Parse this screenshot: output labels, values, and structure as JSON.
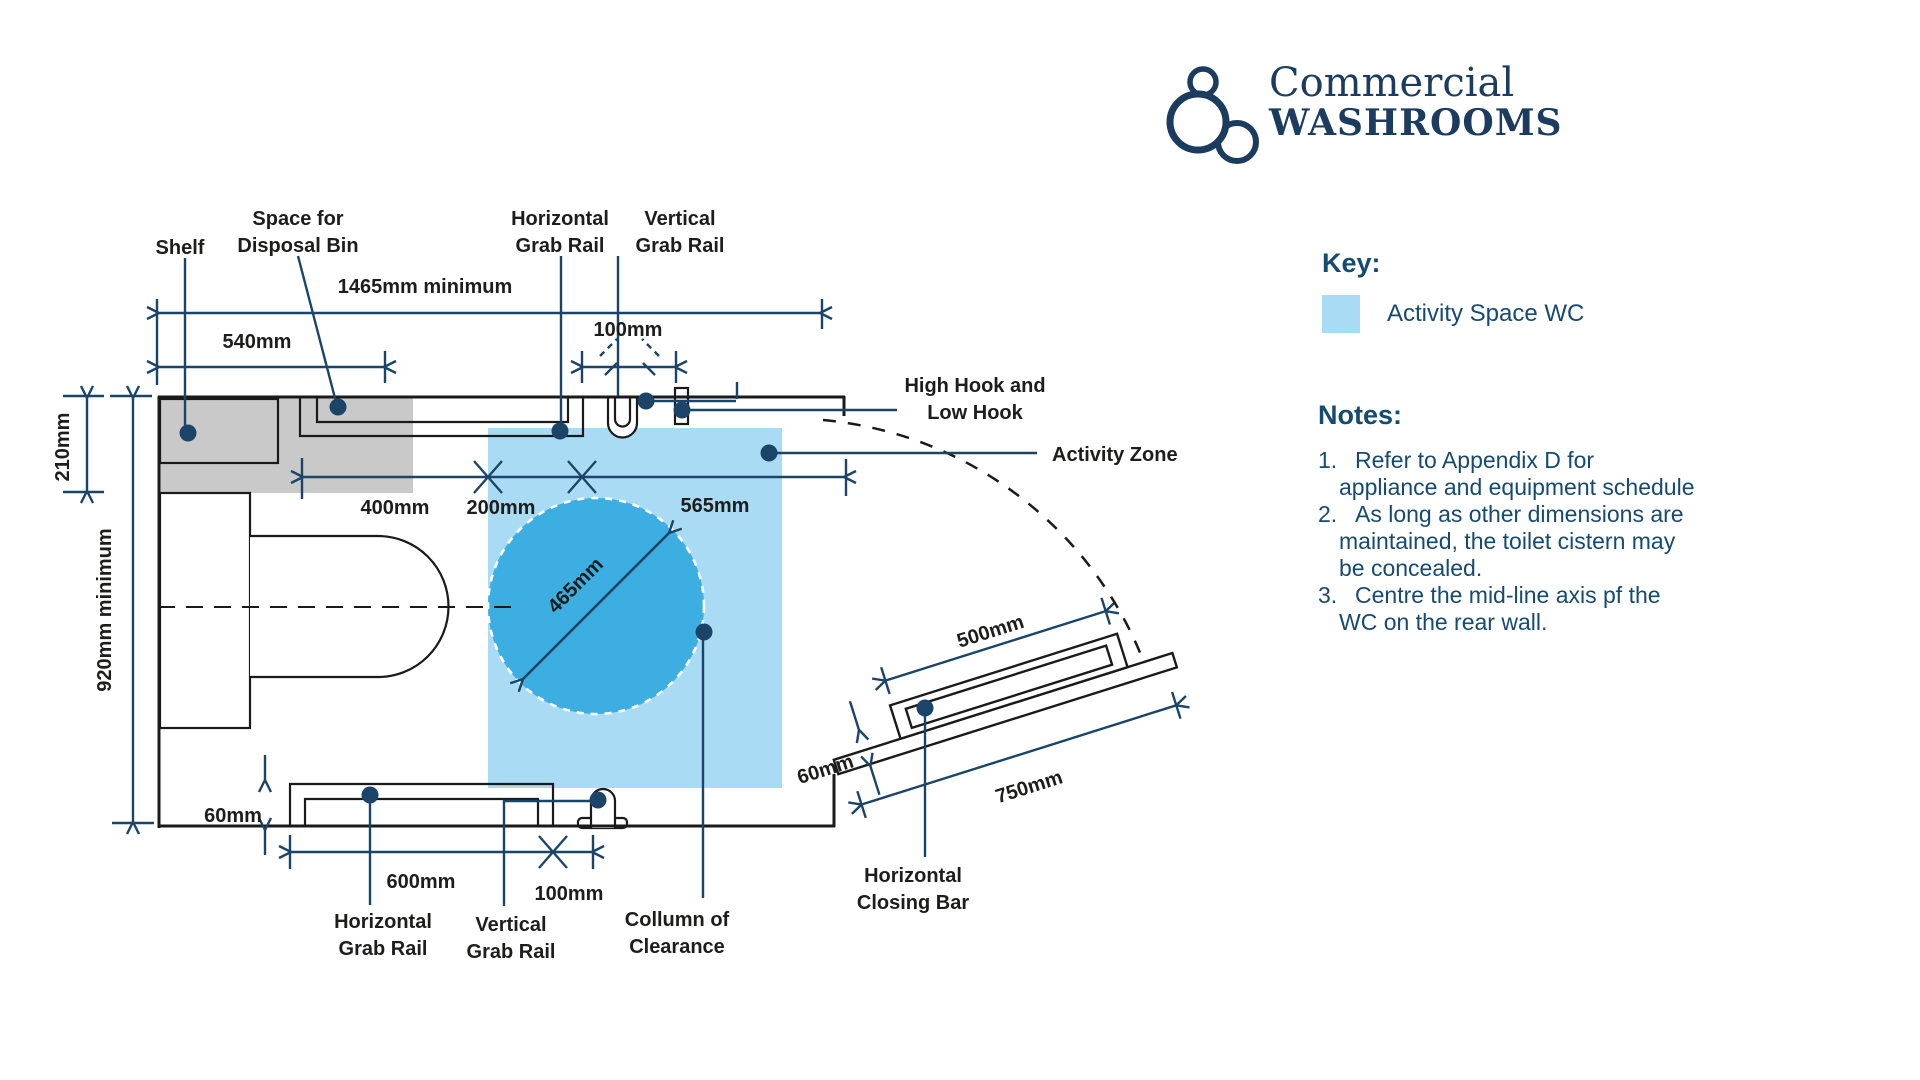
{
  "logo": {
    "line1": "Commercial",
    "line2": "WASHROOMS"
  },
  "key": {
    "title": "Key:",
    "swatch_label": "Activity Space WC"
  },
  "notes": {
    "title": "Notes:",
    "items": [
      {
        "num": "1.",
        "text": "Refer to Appendix D for appliance and equipment schedule"
      },
      {
        "num": "2.",
        "text": "As long as other dimensions are maintained, the toilet cistern may be concealed."
      },
      {
        "num": "3.",
        "text": "Centre the mid-line axis pf the WC on the rear wall."
      }
    ]
  },
  "diagram": {
    "labels": {
      "shelf": "Shelf",
      "disposal_1": "Space for",
      "disposal_2": "Disposal Bin",
      "hgr_top_1": "Horizontal",
      "hgr_top_2": "Grab Rail",
      "vgr_top_1": "Vertical",
      "vgr_top_2": "Grab Rail",
      "hooks_1": "High Hook and",
      "hooks_2": "Low Hook",
      "activity_zone": "Activity Zone",
      "hgr_bottom_1": "Horizontal",
      "hgr_bottom_2": "Grab Rail",
      "vgr_bottom_1": "Vertical",
      "vgr_bottom_2": "Grab Rail",
      "column_1": "Collumn of",
      "column_2": "Clearance",
      "closing_bar_1": "Horizontal",
      "closing_bar_2": "Closing Bar"
    },
    "dimensions": {
      "room_width": "1465mm minimum",
      "shelf_width": "540mm",
      "hook_spacing": "100mm",
      "shelf_depth": "210mm",
      "room_depth": "920mm minimum",
      "wc_offset": "400mm",
      "zone_offset": "200mm",
      "zone_width": "565mm",
      "turning_circle": "465mm",
      "rail_gap": "60mm",
      "rail_length": "600mm",
      "rail_end_offset": "100mm",
      "door_bar": "500mm",
      "door_gap": "60mm",
      "door_width": "750mm"
    },
    "colors": {
      "activity_zone": "#A9DCF4",
      "turning_circle": "#3CAEE1",
      "dimension": "#1B4468",
      "wall": "#1A1A1A",
      "shelf_grey": "#C9C9C9"
    }
  }
}
